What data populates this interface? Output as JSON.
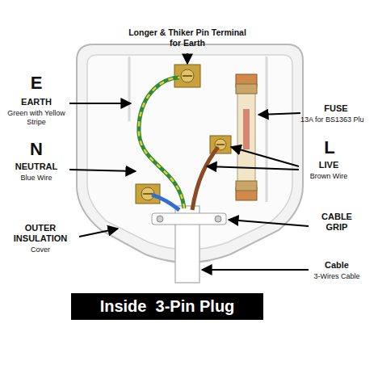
{
  "diagram": {
    "title": "Inside  3-Pin Plug",
    "labels": [
      "Longer & Thiker Pin Terminal for Earth",
      "E",
      "EARTH",
      "Green with Yellow Stripe",
      "N",
      "NEUTRAL",
      "Blue Wire",
      "OUTER INSULATION",
      "Cover",
      "FUSE",
      "13A for BS1363 Plu",
      "L",
      "LIVE",
      "Brown Wire",
      "CABLE GRIP",
      "Cable",
      "3-Wires Cable"
    ]
  }
}
